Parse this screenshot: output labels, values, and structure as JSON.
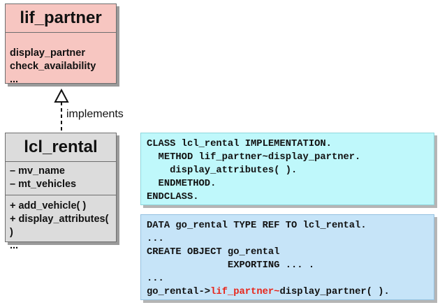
{
  "interface": {
    "name": "lif_partner",
    "methods": [
      "display_partner",
      "check_availability",
      "..."
    ]
  },
  "relationship": {
    "label": "implements"
  },
  "class": {
    "name": "lcl_rental",
    "attributes": [
      "– mv_name",
      "– mt_vehicles"
    ],
    "methods": [
      "+ add_vehicle( )",
      "+ display_attributes( )",
      "..."
    ]
  },
  "code_implementation": {
    "lines": [
      "CLASS lcl_rental IMPLEMENTATION.",
      "  METHOD lif_partner~display_partner.",
      "    display_attributes( ).",
      "  ENDMETHOD.",
      "ENDCLASS."
    ]
  },
  "code_usage": {
    "lines": [
      "DATA go_rental TYPE REF TO lcl_rental.",
      "...",
      "CREATE OBJECT go_rental",
      "              EXPORTING ... .",
      "..."
    ],
    "last_line": {
      "prefix": "go_rental->",
      "highlight": "lif_partner~",
      "suffix": "display_partner( )."
    }
  },
  "colors": {
    "interface_fill": "#f7c6c1",
    "class_fill": "#dcdcdc",
    "code_impl_fill": "#bff8fb",
    "code_usage_fill": "#c6e4f8",
    "highlight": "#e8251a"
  }
}
